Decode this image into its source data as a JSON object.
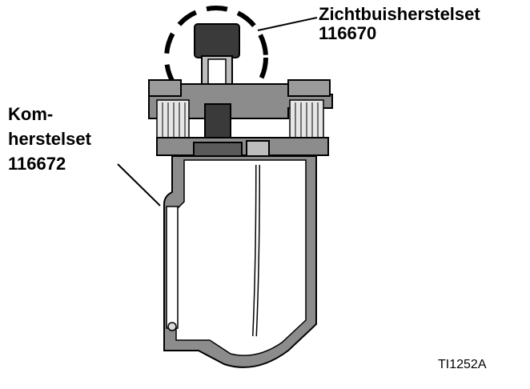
{
  "callouts": {
    "sight_tube_kit": {
      "name": "Zichtbuisherstelset",
      "part_number": "116670"
    },
    "bowl_kit": {
      "line1": "Kom-",
      "line2": "herstelset",
      "part_number": "116672"
    }
  },
  "figure_id": "TI1252A",
  "colors": {
    "metal": "#8c8c8c",
    "metal_dark": "#5a5a5a",
    "knob": "#3a3a3a",
    "outline": "#000000",
    "light": "#d9d9d9"
  }
}
